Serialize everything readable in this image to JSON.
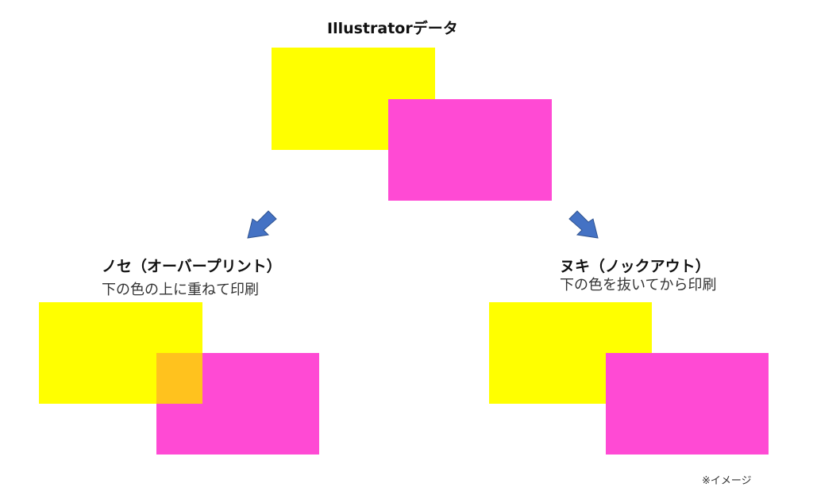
{
  "title": "Illustratorデータ",
  "colors": {
    "yellow": "#FFFF00",
    "magenta": "#FF4AD4",
    "overlap": "#FFC21E",
    "arrow": "#4472C4"
  },
  "left": {
    "heading": "ノセ（オーバープリント）",
    "description": "下の色の上に重ねて印刷"
  },
  "right": {
    "heading": "ヌキ（ノックアウト）",
    "description": "下の色を抜いてから印刷"
  },
  "note": "※イメージ"
}
